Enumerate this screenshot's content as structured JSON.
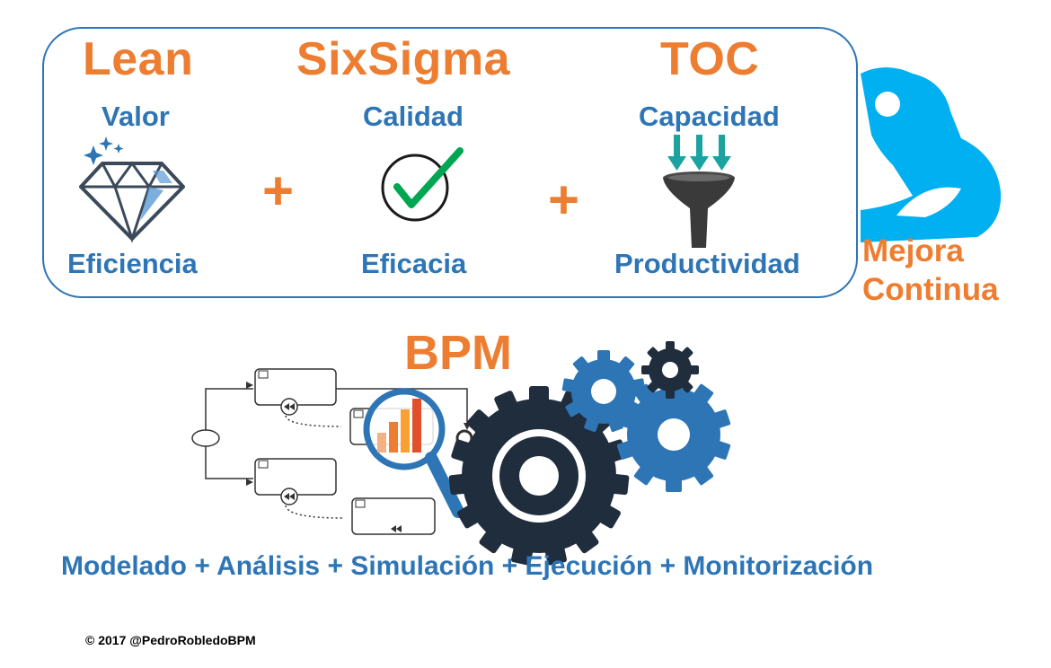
{
  "colors": {
    "accent_orange": "#ed7d31",
    "accent_blue": "#2e75b6",
    "cyan": "#00b0f0",
    "gear_dark": "#1f2d3d",
    "gear_blue": "#2e75b6"
  },
  "methods": [
    {
      "name": "Lean",
      "top_label": "Valor",
      "bottom_label": "Eficiencia",
      "icon": "diamond-icon"
    },
    {
      "name": "SixSigma",
      "top_label": "Calidad",
      "bottom_label": "Eficacia",
      "icon": "checkmark-icon"
    },
    {
      "name": "TOC",
      "top_label": "Capacidad",
      "bottom_label": "Productividad",
      "icon": "funnel-icon"
    }
  ],
  "operators": [
    "+",
    "+"
  ],
  "mejora_continua": {
    "line1": "Mejora",
    "line2": "Continua",
    "icon": "flexed-arm-icon"
  },
  "bpm": {
    "title": "BPM",
    "phases_text": "Modelado + Análisis + Simulación + Ejecución + Monitorización",
    "icons": [
      "process-diagram-icon",
      "magnifier-chart-icon",
      "gears-icon"
    ]
  },
  "footer": {
    "copyright": "© 2017 @PedroRobledoBPM"
  }
}
